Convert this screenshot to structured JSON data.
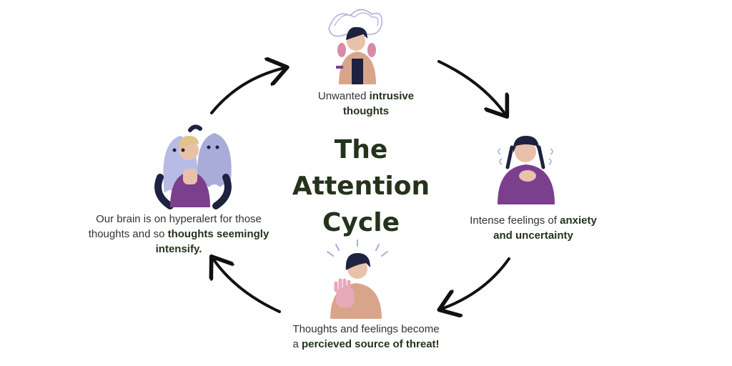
{
  "title": {
    "line1": "The",
    "line2": "Attention",
    "line3": "Cycle"
  },
  "colors": {
    "title": "#24331c",
    "text": "#333333",
    "arrow": "#111111",
    "purple": "#7b3f8e",
    "skin": "#d9a58a",
    "lavender": "#a9acd9",
    "navy": "#1e2240"
  },
  "steps": [
    {
      "id": "top",
      "icon": "stressed-person-scribble-icon",
      "parts": [
        {
          "text": "Unwanted ",
          "bold": false
        },
        {
          "text": "intrusive",
          "bold": true
        },
        {
          "text": "thoughts",
          "bold": true,
          "br": true
        }
      ]
    },
    {
      "id": "right",
      "icon": "anxious-person-icon",
      "parts": [
        {
          "text": "Intense feelings of ",
          "bold": false
        },
        {
          "text": "anxiety",
          "bold": true
        },
        {
          "text": "and uncertainty",
          "bold": true,
          "br": true
        }
      ]
    },
    {
      "id": "bottom",
      "icon": "alarmed-person-stop-hand-icon",
      "parts": [
        {
          "text": "Thoughts and feelings become",
          "bold": false
        },
        {
          "text": "a ",
          "bold": false,
          "br": true
        },
        {
          "text": "percieved source of threat!",
          "bold": true
        }
      ]
    },
    {
      "id": "left",
      "icon": "person-with-ghosts-icon",
      "parts": [
        {
          "text": "Our brain is on hyperalert for those",
          "bold": false
        },
        {
          "text": "thoughts and so ",
          "bold": false,
          "br": true
        },
        {
          "text": "thoughts seemingly",
          "bold": true
        },
        {
          "text": "intensify.",
          "bold": true,
          "br": true
        }
      ]
    }
  ],
  "arrows": [
    "arrow-top-to-right",
    "arrow-right-to-bottom",
    "arrow-bottom-to-left",
    "arrow-left-to-top"
  ]
}
